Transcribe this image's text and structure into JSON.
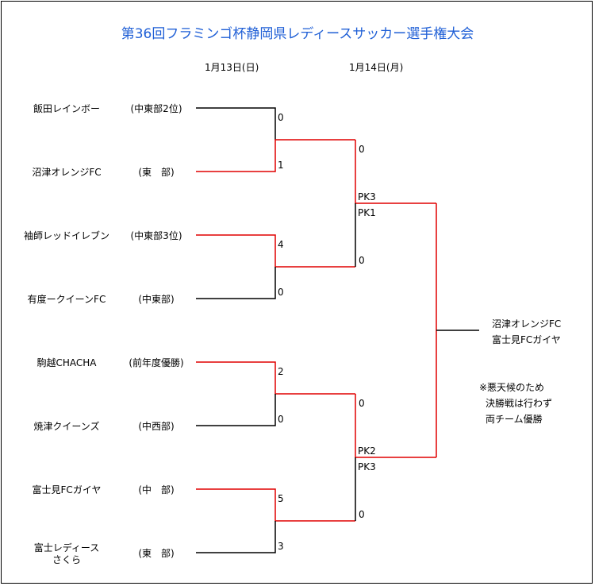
{
  "title": "第36回フラミンゴ杯静岡県レディースサッカー選手権大会",
  "colors": {
    "title": "#1f5fd6",
    "winner_line": "#e00000",
    "line": "#000000"
  },
  "dates": {
    "round1": "1月13日(日)",
    "round2": "1月14日(月)"
  },
  "teams": [
    {
      "name": "飯田レインボー",
      "region": "(中東部2位)"
    },
    {
      "name": "沼津オレンジFC",
      "region": "(東　部)"
    },
    {
      "name": "袖師レッドイレブン",
      "region": "(中東部3位)"
    },
    {
      "name": "有度ークイーンFC",
      "region": "(中東部)"
    },
    {
      "name": "駒越CHACHA",
      "region": "(前年度優勝)"
    },
    {
      "name": "焼津クイーンズ",
      "region": "(中西部)"
    },
    {
      "name": "富士見FCガイヤ",
      "region": "(中　部)"
    },
    {
      "name_line1": "富士レディース",
      "name_line2": "さくら",
      "region": "(東　部)"
    }
  ],
  "round1_scores": [
    "0",
    "1",
    "4",
    "0",
    "2",
    "0",
    "5",
    "3"
  ],
  "round2_scores": [
    "0",
    "0",
    "0",
    "0"
  ],
  "pk": {
    "top_upper": "PK3",
    "top_lower": "PK1",
    "bottom_upper": "PK2",
    "bottom_lower": "PK3"
  },
  "final_result": {
    "line1": "沼津オレンジFC",
    "line2": "富士見FCガイヤ"
  },
  "note": {
    "line1": "※悪天候のため",
    "line2": "決勝戦は行わず",
    "line3": "両チーム優勝"
  }
}
